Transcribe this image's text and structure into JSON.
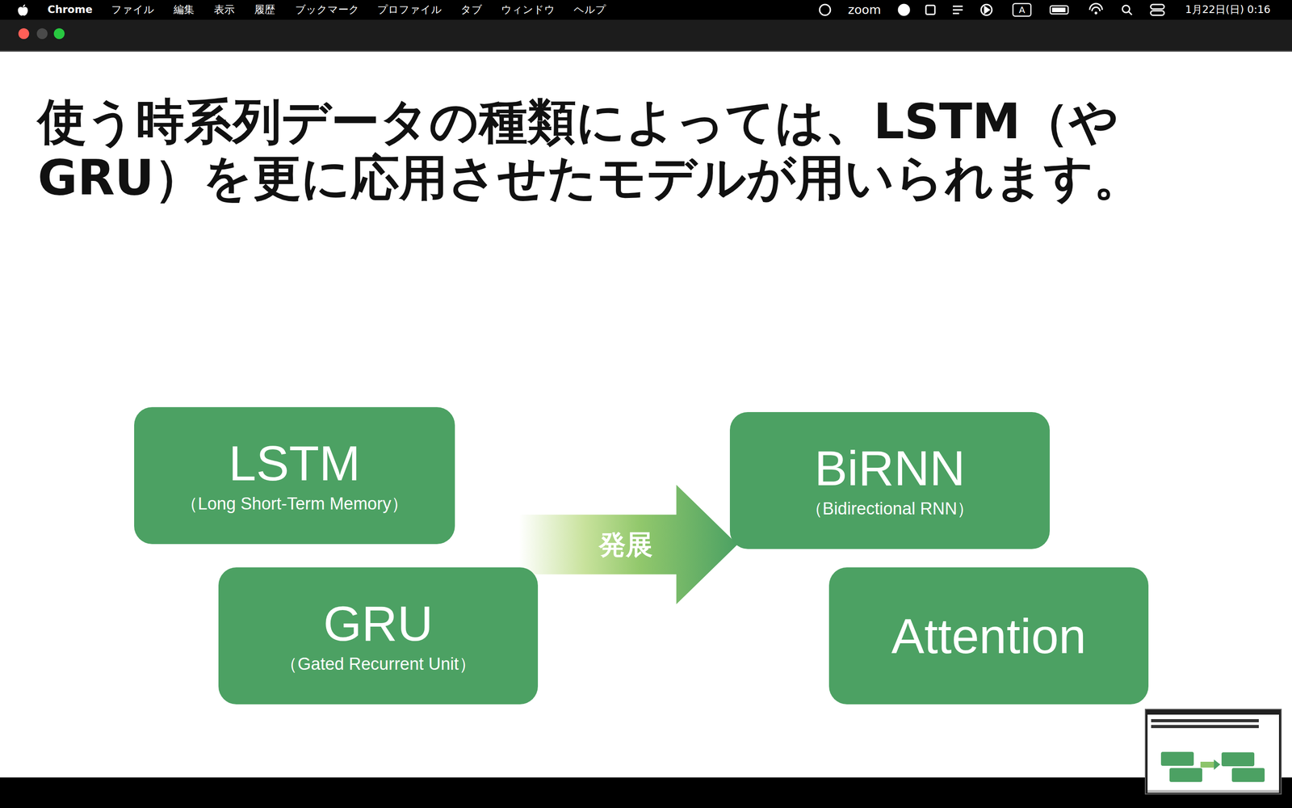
{
  "diagram": {
    "title": "使う時系列データの種類によっては、LSTM（や GRU）を更に応用させたモデルが用いられます。",
    "nodes": [
      {
        "text": [
          "LSTM",
          "（Long Short-Term Memory）"
        ]
      },
      {
        "text": [
          "GRU",
          "（Gated Recurrent Unit）"
        ]
      },
      {
        "text": [
          "発展"
        ]
      },
      {
        "text": [
          "BiRNN",
          "（Bidirectional RNN）"
        ]
      },
      {
        "text": [
          "Attention"
        ]
      }
    ],
    "labels": [
      "Chrome",
      "ファイル",
      "編集",
      "表示",
      "履歴",
      "ブックマーク",
      "プロファイル",
      "タブ",
      "ウィンドウ",
      "ヘルプ",
      "zoom",
      "A",
      "1月22日(日) 0:16"
    ]
  }
}
